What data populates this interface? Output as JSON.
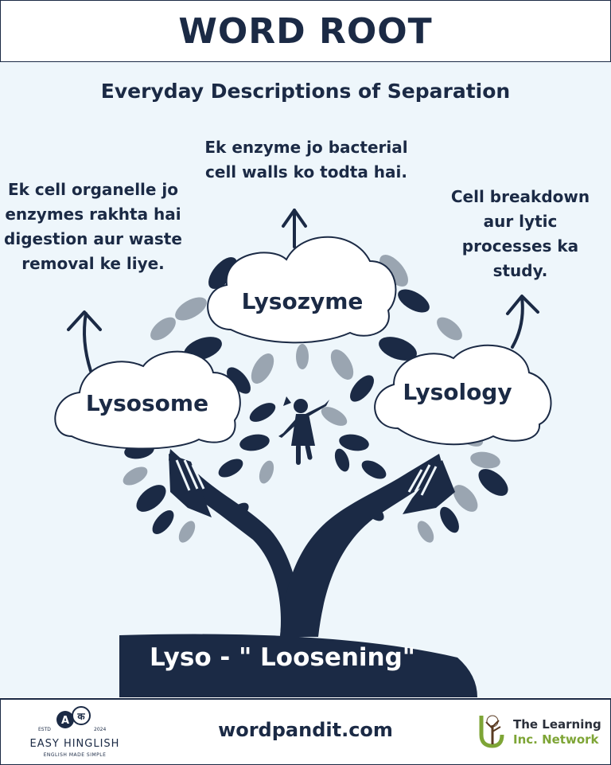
{
  "header": {
    "title": "WORD ROOT"
  },
  "subtitle": "Everyday Descriptions of Separation",
  "words": [
    {
      "word": "Lysosome",
      "description": "Ek cell organelle jo enzymes rakhta hai digestion aur waste removal ke liye."
    },
    {
      "word": "Lysozyme",
      "description": "Ek enzyme jo bacterial cell walls ko todta hai."
    },
    {
      "word": "Lysology",
      "description": "Cell breakdown aur lytic processes ka study."
    }
  ],
  "root": {
    "label": "Lyso - \" Loosening\""
  },
  "footer": {
    "site": "wordpandit.com",
    "easy_hinglish": {
      "name": "EASY HINGLISH",
      "tagline": "ENGLISH MADE SIMPLE",
      "estd": "ESTD",
      "year": "2024"
    },
    "learning_network": {
      "line1": "The Learning",
      "line2": "Inc. Network"
    }
  },
  "colors": {
    "navy": "#1b2a45",
    "background": "#eef6fb",
    "leaf_gray": "#9aa5b1",
    "green": "#7ea536"
  }
}
